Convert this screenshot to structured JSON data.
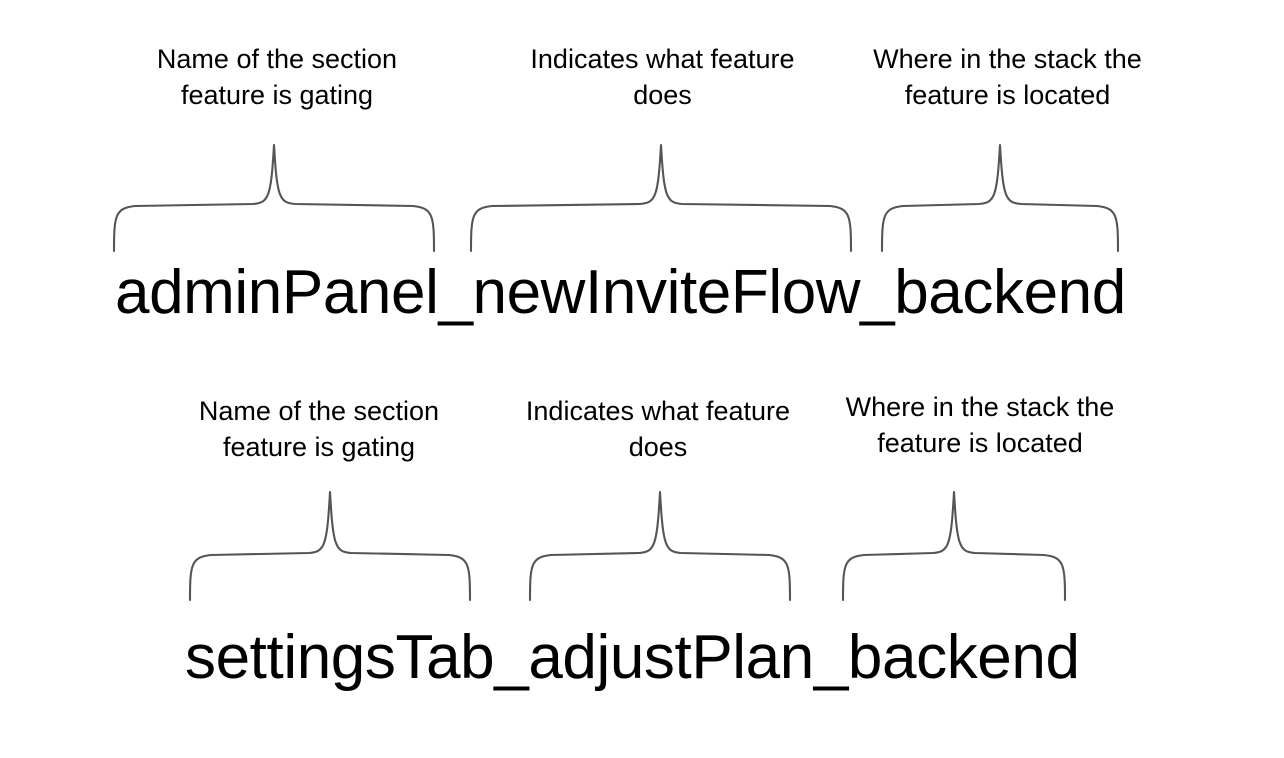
{
  "canvas": {
    "background": "#ffffff",
    "brace_color": "#555555",
    "text_color": "#000000"
  },
  "rows": [
    {
      "id": "row-1",
      "feature_flag": "adminPanel_newInviteFlow_backend",
      "segments": [
        {
          "token": "adminPanel",
          "label": "Name of the section\nfeature is gating"
        },
        {
          "token": "newInviteFlow",
          "label": "Indicates what feature\ndoes"
        },
        {
          "token": "backend",
          "label": "Where in the stack the\nfeature is located"
        }
      ]
    },
    {
      "id": "row-2",
      "feature_flag": "settingsTab_adjustPlan_backend",
      "segments": [
        {
          "token": "settingsTab",
          "label": "Name of the section\nfeature is gating"
        },
        {
          "token": "adjustPlan",
          "label": "Indicates what feature\ndoes"
        },
        {
          "token": "backend",
          "label": "Where in the stack the\nfeature is located"
        }
      ]
    }
  ]
}
